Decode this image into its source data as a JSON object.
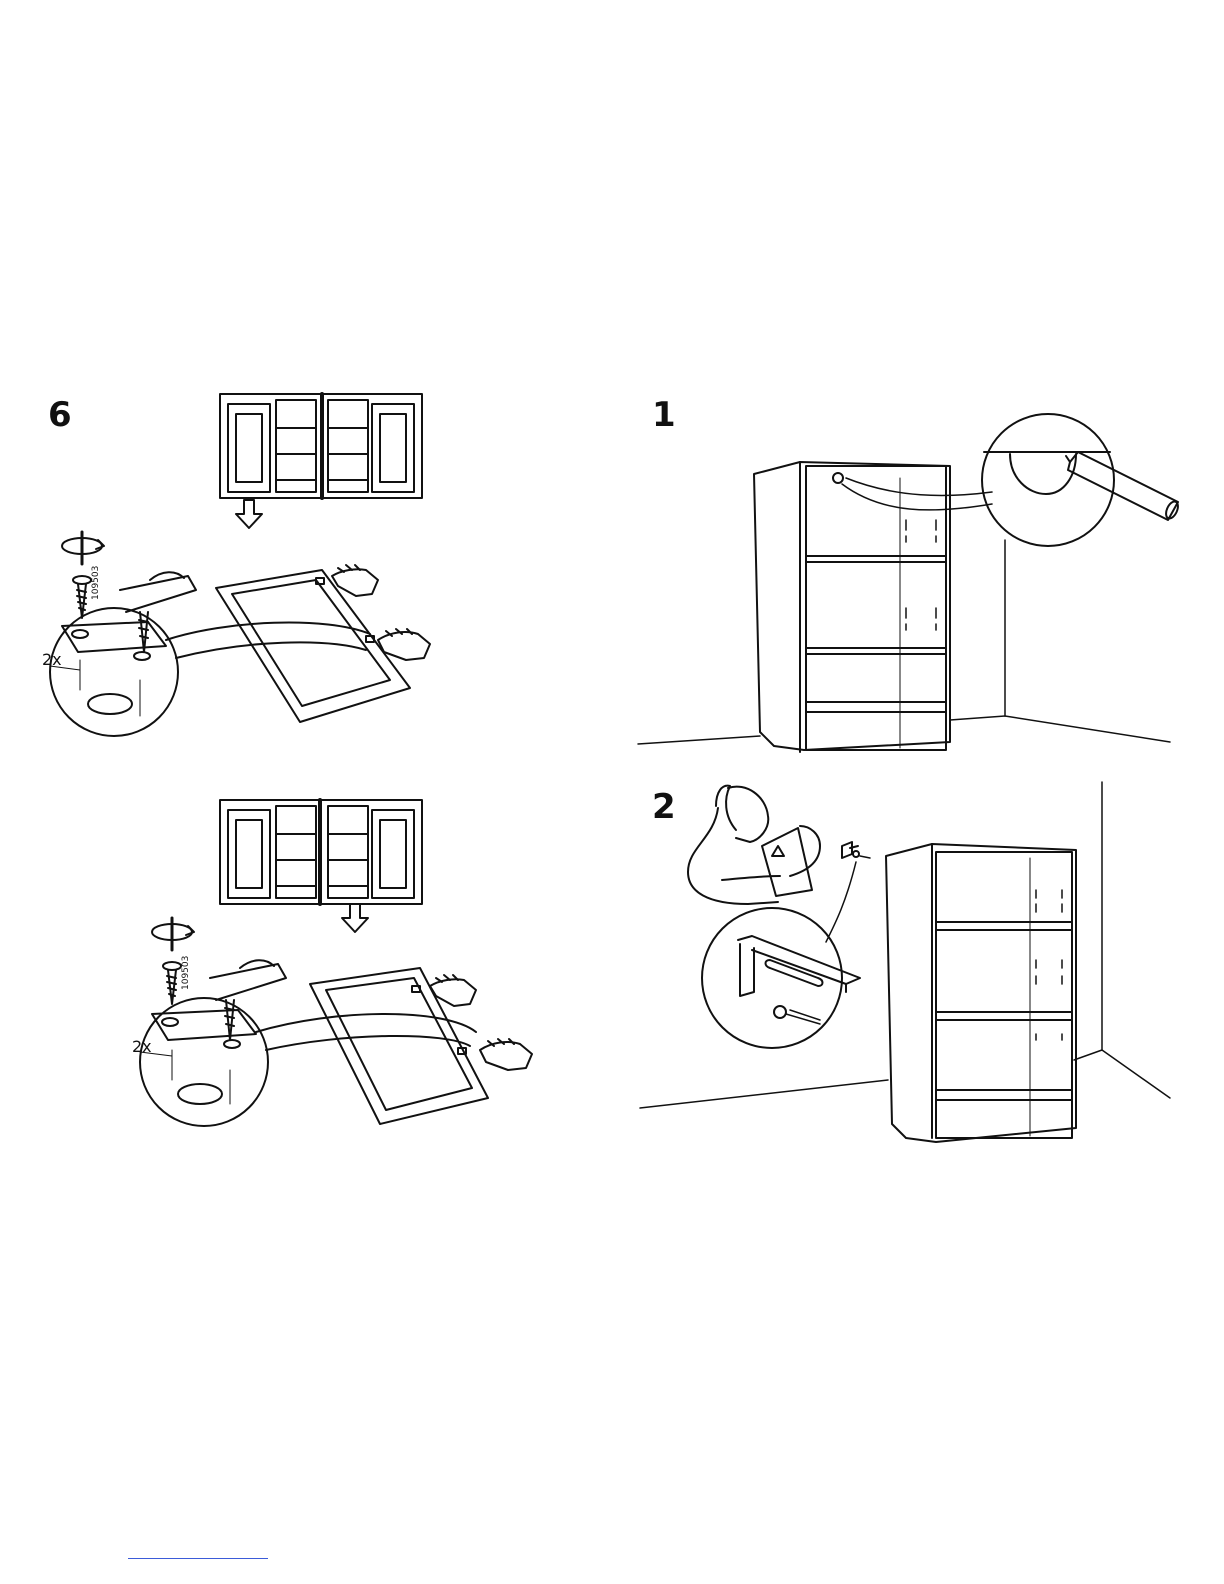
{
  "steps": {
    "left_top": {
      "number": "6",
      "qty": "2x",
      "part_code": "109503"
    },
    "left_bottom": {
      "qty": "2x",
      "part_code": "109503"
    },
    "right_top": {
      "number": "1"
    },
    "right_bottom": {
      "number": "2"
    }
  },
  "colors": {
    "ink": "#111111",
    "footer_rule": "#3b5bd9"
  }
}
